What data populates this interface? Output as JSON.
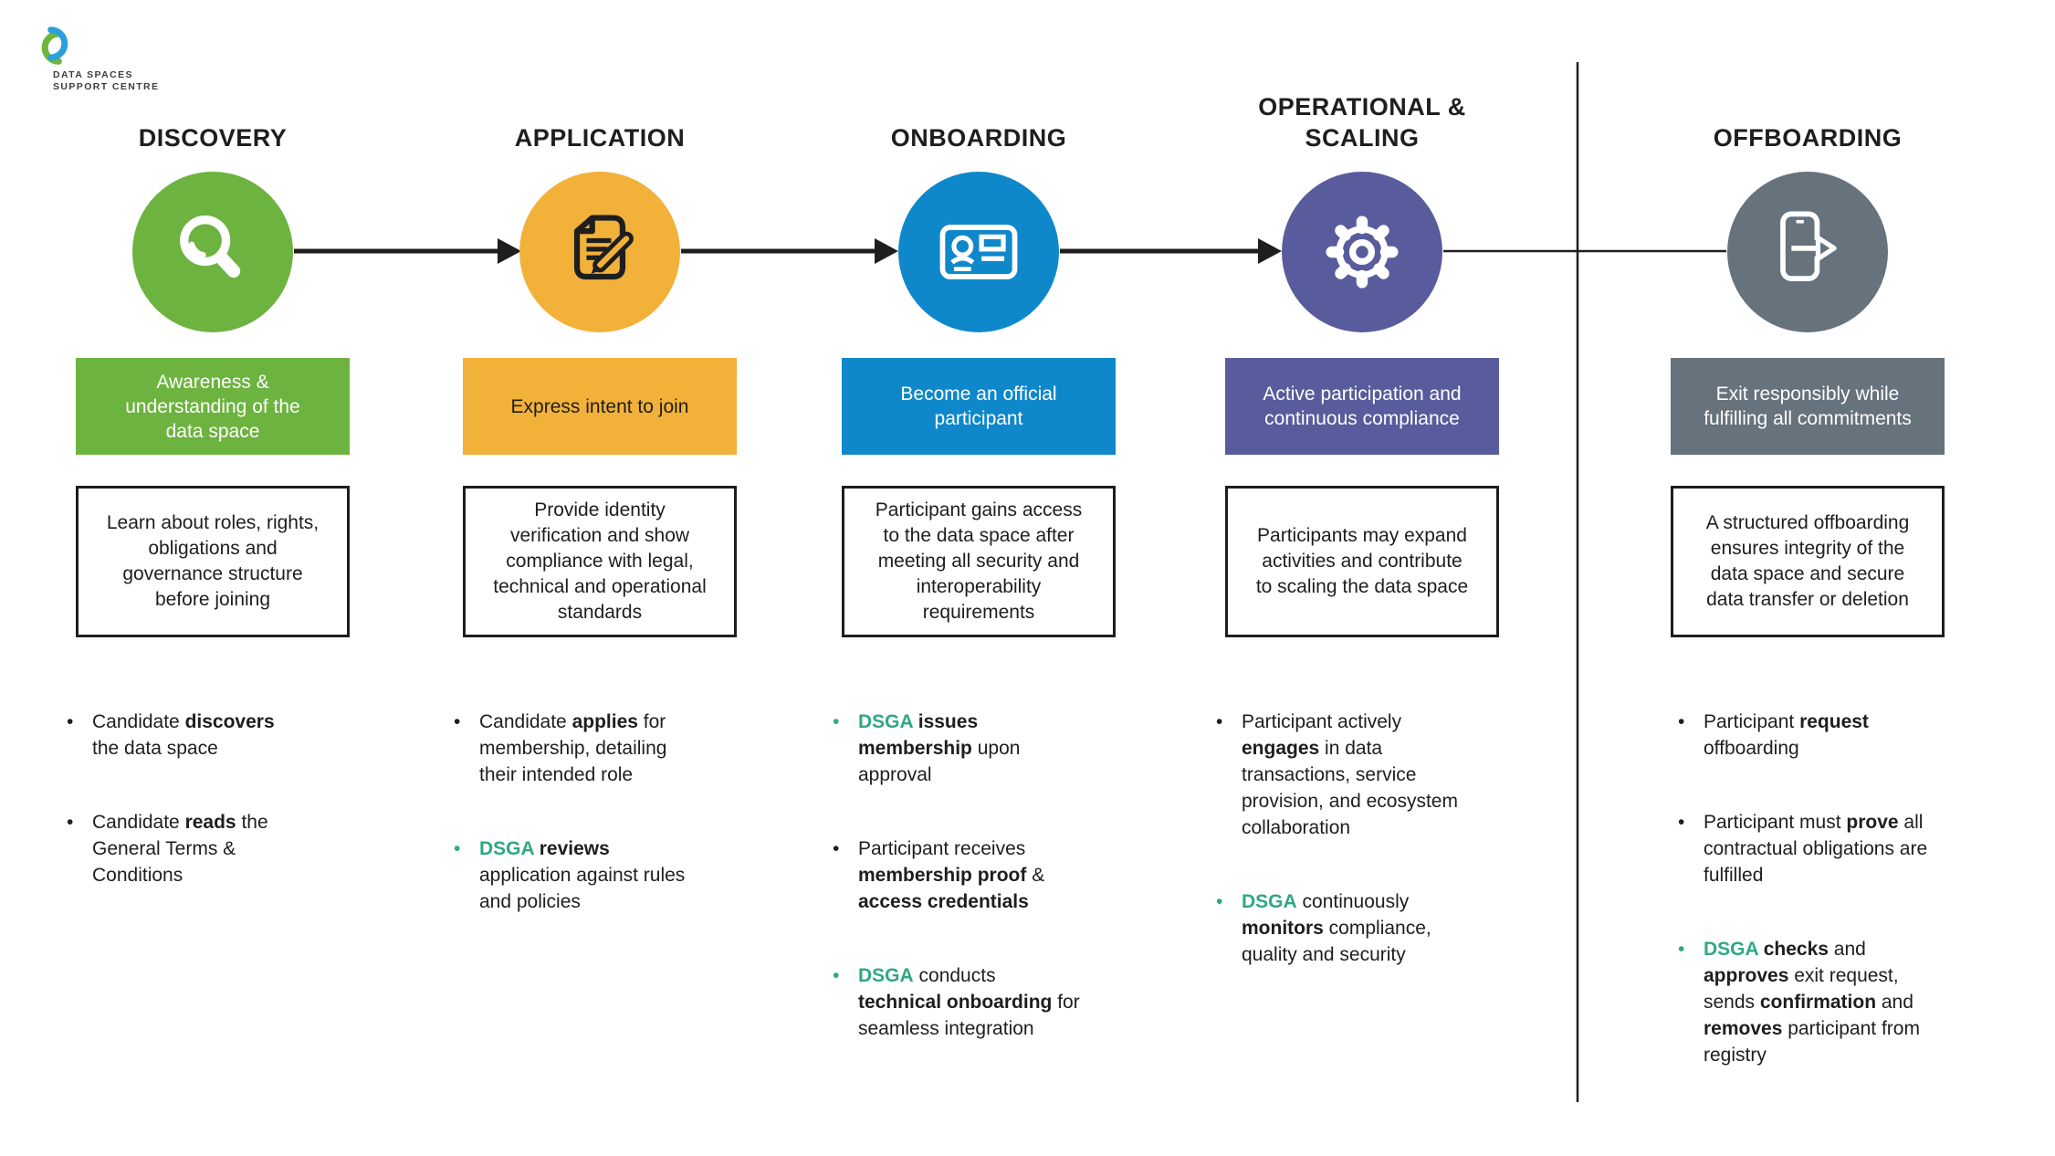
{
  "logo": {
    "line1": "DATA SPACES",
    "line2": "SUPPORT CENTRE"
  },
  "colors": {
    "dsga_accent": "#2FA884",
    "line_black": "#1E1E1E",
    "discovery_green": "#6DB33F",
    "application_orange": "#F2B138",
    "onboarding_blue": "#0E88CB",
    "operational_purple": "#585C9C",
    "offboarding_gray": "#66727C"
  },
  "stages": [
    {
      "title": "DISCOVERY",
      "color": "#6DB33F",
      "tagline_text_color": "#FFFFFF",
      "icon": "magnifier-icon",
      "tagline": "Awareness & understanding of the data space",
      "description": "Learn about roles, rights, obligations and governance structure before joining",
      "bullets": [
        {
          "dot": "k",
          "segments": [
            {
              "t": "Candidate ",
              "s": "n"
            },
            {
              "t": "discovers",
              "s": "b"
            },
            {
              "t": " the data space",
              "s": "n"
            }
          ]
        },
        {
          "dot": "k",
          "segments": [
            {
              "t": "Candidate ",
              "s": "n"
            },
            {
              "t": "reads",
              "s": "b"
            },
            {
              "t": " the General Terms & Conditions",
              "s": "n"
            }
          ]
        }
      ]
    },
    {
      "title": "APPLICATION",
      "color": "#F2B138",
      "tagline_text_color": "#1E1E1E",
      "icon": "application-form-icon",
      "tagline": "Express intent to join",
      "description": "Provide identity verification and show compliance with legal, technical and operational standards",
      "bullets": [
        {
          "dot": "k",
          "segments": [
            {
              "t": "Candidate ",
              "s": "n"
            },
            {
              "t": "applies",
              "s": "b"
            },
            {
              "t": " for membership, detailing their intended role",
              "s": "n"
            }
          ]
        },
        {
          "dot": "g",
          "segments": [
            {
              "t": "DSGA",
              "s": "g"
            },
            {
              "t": " reviews",
              "s": "b"
            },
            {
              "t": " application against rules and policies",
              "s": "n"
            }
          ]
        }
      ]
    },
    {
      "title": "ONBOARDING",
      "color": "#0E88CB",
      "tagline_text_color": "#FFFFFF",
      "icon": "id-card-icon",
      "tagline": "Become an official participant",
      "description": "Participant gains access to the data space after meeting all security and interoperability requirements",
      "bullets": [
        {
          "dot": "g",
          "segments": [
            {
              "t": "DSGA",
              "s": "g"
            },
            {
              "t": " issues membership",
              "s": "b"
            },
            {
              "t": " upon approval",
              "s": "n"
            }
          ]
        },
        {
          "dot": "k",
          "segments": [
            {
              "t": "Participant receives ",
              "s": "n"
            },
            {
              "t": "membership proof",
              "s": "b"
            },
            {
              "t": " & ",
              "s": "n"
            },
            {
              "t": "access credentials",
              "s": "b"
            }
          ]
        },
        {
          "dot": "g",
          "segments": [
            {
              "t": "DSGA",
              "s": "g"
            },
            {
              "t": " conducts ",
              "s": "n"
            },
            {
              "t": "technical onboarding",
              "s": "b"
            },
            {
              "t": " for seamless integration",
              "s": "n"
            }
          ]
        }
      ]
    },
    {
      "title": "OPERATIONAL & SCALING",
      "color": "#585C9C",
      "tagline_text_color": "#FFFFFF",
      "icon": "gear-icon",
      "tagline": "Active participation and continuous compliance",
      "description": "Participants may expand activities and contribute to scaling the data space",
      "bullets": [
        {
          "dot": "k",
          "segments": [
            {
              "t": "Participant actively ",
              "s": "n"
            },
            {
              "t": "engages",
              "s": "b"
            },
            {
              "t": " in data transactions, service provision, and ecosystem collaboration",
              "s": "n"
            }
          ]
        },
        {
          "dot": "g",
          "segments": [
            {
              "t": "DSGA",
              "s": "g"
            },
            {
              "t": " continuously ",
              "s": "n"
            },
            {
              "t": "monitors",
              "s": "b"
            },
            {
              "t": " compliance, quality and security",
              "s": "n"
            }
          ]
        }
      ]
    },
    {
      "title": "OFFBOARDING",
      "color": "#66727C",
      "tagline_text_color": "#FFFFFF",
      "icon": "exit-icon",
      "tagline": "Exit responsibly while fulfilling all commitments",
      "description": "A structured offboarding ensures integrity of the data space and secure data transfer or deletion",
      "bullets": [
        {
          "dot": "k",
          "segments": [
            {
              "t": "Participant ",
              "s": "n"
            },
            {
              "t": "request",
              "s": "b"
            },
            {
              "t": " offboarding",
              "s": "n"
            }
          ]
        },
        {
          "dot": "k",
          "segments": [
            {
              "t": "Participant must ",
              "s": "n"
            },
            {
              "t": "prove",
              "s": "b"
            },
            {
              "t": " all contractual obligations are fulfilled",
              "s": "n"
            }
          ]
        },
        {
          "dot": "g",
          "segments": [
            {
              "t": "DSGA",
              "s": "g"
            },
            {
              "t": " checks",
              "s": "b"
            },
            {
              "t": " and ",
              "s": "n"
            },
            {
              "t": "approves",
              "s": "b"
            },
            {
              "t": " exit request, sends ",
              "s": "n"
            },
            {
              "t": "confirmation",
              "s": "b"
            },
            {
              "t": " and ",
              "s": "n"
            },
            {
              "t": "removes",
              "s": "b"
            },
            {
              "t": " participant from registry",
              "s": "n"
            }
          ]
        }
      ]
    }
  ]
}
